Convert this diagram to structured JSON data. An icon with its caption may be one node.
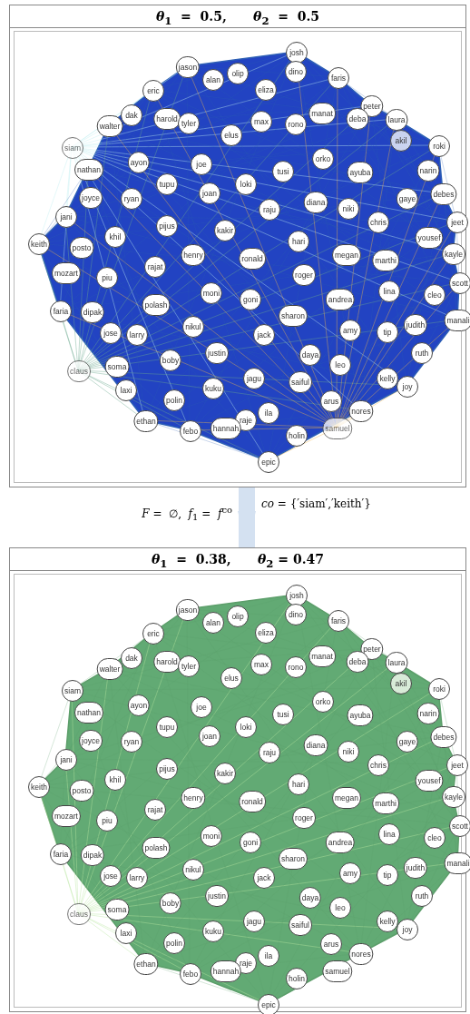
{
  "diagram": {
    "nodes": [
      {
        "text": [
          "*θ*$_{1}$  =  0.5,      *θ*$_{2}$  =  0.5"
        ]
      },
      {
        "text": [
          "josh"
        ],
        "in": 0
      },
      {
        "text": [
          "jason"
        ],
        "in": 0
      },
      {
        "text": [
          "alan"
        ],
        "in": 0
      },
      {
        "text": [
          "olip"
        ],
        "in": 0
      },
      {
        "text": [
          "dino"
        ],
        "in": 0
      },
      {
        "text": [
          "faris"
        ],
        "in": 0
      },
      {
        "text": [
          "eliza"
        ],
        "in": 0
      },
      {
        "text": [
          "eric"
        ],
        "in": 0
      },
      {
        "text": [
          "peter"
        ],
        "in": 0
      },
      {
        "text": [
          "laura"
        ],
        "in": 0
      },
      {
        "text": [
          "dak"
        ],
        "in": 0
      },
      {
        "text": [
          "harold"
        ],
        "in": 0
      },
      {
        "text": [
          "tyler"
        ],
        "in": 0
      },
      {
        "text": [
          "walter"
        ],
        "in": 0
      },
      {
        "text": [
          "max"
        ],
        "in": 0
      },
      {
        "text": [
          "rono"
        ],
        "in": 0
      },
      {
        "text": [
          "manat"
        ],
        "in": 0
      },
      {
        "text": [
          "deba"
        ],
        "in": 0
      },
      {
        "text": [
          "elus"
        ],
        "in": 0
      },
      {
        "text": [
          "akil"
        ],
        "in": 0
      },
      {
        "text": [
          "roki"
        ],
        "in": 0
      },
      {
        "text": [
          "siam"
        ],
        "in": 0
      },
      {
        "text": [
          "orko"
        ],
        "in": 0
      },
      {
        "text": [
          "ayon"
        ],
        "in": 0
      },
      {
        "text": [
          "joe"
        ],
        "in": 0
      },
      {
        "text": [
          "tusi"
        ],
        "in": 0
      },
      {
        "text": [
          "ayuba"
        ],
        "in": 0
      },
      {
        "text": [
          "nathan"
        ],
        "in": 0
      },
      {
        "text": [
          "narin"
        ],
        "in": 0
      },
      {
        "text": [
          "loki"
        ],
        "in": 0
      },
      {
        "text": [
          "diana"
        ],
        "in": 0
      },
      {
        "text": [
          "tupu"
        ],
        "in": 0
      },
      {
        "text": [
          "debes"
        ],
        "in": 0
      },
      {
        "text": [
          "joan"
        ],
        "in": 0
      },
      {
        "text": [
          "gaye"
        ],
        "in": 0
      },
      {
        "text": [
          "joyce"
        ],
        "in": 0
      },
      {
        "text": [
          "ryan"
        ],
        "in": 0
      },
      {
        "text": [
          "niki"
        ],
        "in": 0
      },
      {
        "text": [
          "raju"
        ],
        "in": 0
      },
      {
        "text": [
          "chris"
        ],
        "in": 0
      },
      {
        "text": [
          "jani"
        ],
        "in": 0
      },
      {
        "text": [
          "jeet"
        ],
        "in": 0
      },
      {
        "text": [
          "pijus"
        ],
        "in": 0
      },
      {
        "text": [
          "kakir"
        ],
        "in": 0
      },
      {
        "text": [
          "hari"
        ],
        "in": 0
      },
      {
        "text": [
          "yousef"
        ],
        "in": 0
      },
      {
        "text": [
          "keith"
        ],
        "in": 0
      },
      {
        "text": [
          "khil"
        ],
        "in": 0
      },
      {
        "text": [
          "posto"
        ],
        "in": 0
      },
      {
        "text": [
          "megan"
        ],
        "in": 0
      },
      {
        "text": [
          "henry"
        ],
        "in": 0
      },
      {
        "text": [
          "ronald"
        ],
        "in": 0
      },
      {
        "text": [
          "marthi"
        ],
        "in": 0
      },
      {
        "text": [
          "kayle"
        ],
        "in": 0
      },
      {
        "text": [
          "rajat"
        ],
        "in": 0
      },
      {
        "text": [
          "roger"
        ],
        "in": 0
      },
      {
        "text": [
          "mozart"
        ],
        "in": 0
      },
      {
        "text": [
          "piu"
        ],
        "in": 0
      },
      {
        "text": [
          "lina"
        ],
        "in": 0
      },
      {
        "text": [
          "scott"
        ],
        "in": 0
      },
      {
        "text": [
          "cleo"
        ],
        "in": 0
      },
      {
        "text": [
          "andrea"
        ],
        "in": 0
      },
      {
        "text": [
          "goni"
        ],
        "in": 0
      },
      {
        "text": [
          "moni"
        ],
        "in": 0
      },
      {
        "text": [
          "polash"
        ],
        "in": 0
      },
      {
        "text": [
          "faria"
        ],
        "in": 0
      },
      {
        "text": [
          "dipak"
        ],
        "in": 0
      },
      {
        "text": [
          "sharon"
        ],
        "in": 0
      },
      {
        "text": [
          "judith"
        ],
        "in": 0
      },
      {
        "text": [
          "manali"
        ],
        "in": 0
      },
      {
        "text": [
          "amy"
        ],
        "in": 0
      },
      {
        "text": [
          "tip"
        ],
        "in": 0
      },
      {
        "text": [
          "jack"
        ],
        "in": 0
      },
      {
        "text": [
          "nikul"
        ],
        "in": 0
      },
      {
        "text": [
          "jose"
        ],
        "in": 0
      },
      {
        "text": [
          "larry"
        ],
        "in": 0
      },
      {
        "text": [
          "justin"
        ],
        "in": 0
      },
      {
        "text": [
          "boby"
        ],
        "in": 0
      },
      {
        "text": [
          "ruth"
        ],
        "in": 0
      },
      {
        "text": [
          "daya"
        ],
        "in": 0
      },
      {
        "text": [
          "leo"
        ],
        "in": 0
      },
      {
        "text": [
          "claus"
        ],
        "in": 0
      },
      {
        "text": [
          "soma"
        ],
        "in": 0
      },
      {
        "text": [
          "jagu"
        ],
        "in": 0
      },
      {
        "text": [
          "saiful"
        ],
        "in": 0
      },
      {
        "text": [
          "kelly"
        ],
        "in": 0
      },
      {
        "text": [
          "joy"
        ],
        "in": 0
      },
      {
        "text": [
          "kuku"
        ],
        "in": 0
      },
      {
        "text": [
          "laxi"
        ],
        "in": 0
      },
      {
        "text": [
          "arus"
        ],
        "in": 0
      },
      {
        "text": [
          "polin"
        ],
        "in": 0
      },
      {
        "text": [
          "nores"
        ],
        "in": 0
      },
      {
        "text": [
          "ila"
        ],
        "in": 0
      },
      {
        "text": [
          "raje"
        ],
        "in": 0
      },
      {
        "text": [
          "ethan"
        ],
        "in": 0
      },
      {
        "text": [
          "febo"
        ],
        "in": 0
      },
      {
        "text": [
          "hannah"
        ],
        "in": 0
      },
      {
        "text": [
          "samuel"
        ],
        "in": 0
      },
      {
        "text": [
          "holin"
        ],
        "in": 0
      },
      {
        "text": [
          "epic"
        ],
        "in": 0
      },
      {
        "text": [
          "*θ*$_{1}$  =  0.38,      *θ*$_{2}$ = 0.47"
        ]
      },
      {
        "text": [
          "josh"
        ],
        "in": 101
      },
      {
        "text": [
          "jason"
        ],
        "in": 101
      },
      {
        "text": [
          "alan"
        ],
        "in": 101
      },
      {
        "text": [
          "olip"
        ],
        "in": 101
      },
      {
        "text": [
          "dino"
        ],
        "in": 101
      },
      {
        "text": [
          "faris"
        ],
        "in": 101
      },
      {
        "text": [
          "eliza"
        ],
        "in": 101
      },
      {
        "text": [
          "eric"
        ],
        "in": 101
      },
      {
        "text": [
          "peter"
        ],
        "in": 101
      },
      {
        "text": [
          "laura"
        ],
        "in": 101
      },
      {
        "text": [
          "dak"
        ],
        "in": 101
      },
      {
        "text": [
          "harold"
        ],
        "in": 101
      },
      {
        "text": [
          "tyler"
        ],
        "in": 101
      },
      {
        "text": [
          "walter"
        ],
        "in": 101
      },
      {
        "text": [
          "max"
        ],
        "in": 101
      },
      {
        "text": [
          "rono"
        ],
        "in": 101
      },
      {
        "text": [
          "manat"
        ],
        "in": 101
      },
      {
        "text": [
          "deba"
        ],
        "in": 101
      },
      {
        "text": [
          "elus"
        ],
        "in": 101
      },
      {
        "text": [
          "akil"
        ],
        "in": 101
      },
      {
        "text": [
          "roki"
        ],
        "in": 101
      },
      {
        "text": [
          "siam"
        ],
        "in": 101
      },
      {
        "text": [
          "orko"
        ],
        "in": 101
      },
      {
        "text": [
          "ayon"
        ],
        "in": 101
      },
      {
        "text": [
          "joe"
        ],
        "in": 101
      },
      {
        "text": [
          "tusi"
        ],
        "in": 101
      },
      {
        "text": [
          "ayuba"
        ],
        "in": 101
      },
      {
        "text": [
          "nathan"
        ],
        "in": 101
      },
      {
        "text": [
          "narin"
        ],
        "in": 101
      },
      {
        "text": [
          "loki"
        ],
        "in": 101
      },
      {
        "text": [
          "diana"
        ],
        "in": 101
      },
      {
        "text": [
          "tupu"
        ],
        "in": 101
      },
      {
        "text": [
          "debes"
        ],
        "in": 101
      },
      {
        "text": [
          "joan"
        ],
        "in": 101
      },
      {
        "text": [
          "gaye"
        ],
        "in": 101
      },
      {
        "text": [
          "joyce"
        ],
        "in": 101
      },
      {
        "text": [
          "ryan"
        ],
        "in": 101
      },
      {
        "text": [
          "niki"
        ],
        "in": 101
      },
      {
        "text": [
          "raju"
        ],
        "in": 101
      },
      {
        "text": [
          "chris"
        ],
        "in": 101
      },
      {
        "text": [
          "jani"
        ],
        "in": 101
      },
      {
        "text": [
          "jeet"
        ],
        "in": 101
      },
      {
        "text": [
          "pijus"
        ],
        "in": 101
      },
      {
        "text": [
          "kakir"
        ],
        "in": 101
      },
      {
        "text": [
          "hari"
        ],
        "in": 101
      },
      {
        "text": [
          "yousef"
        ],
        "in": 101
      },
      {
        "text": [
          "keith"
        ],
        "in": 101
      },
      {
        "text": [
          "khil"
        ],
        "in": 101
      },
      {
        "text": [
          "posto"
        ],
        "in": 101
      },
      {
        "text": [
          "megan"
        ],
        "in": 101
      },
      {
        "text": [
          "henry"
        ],
        "in": 101
      },
      {
        "text": [
          "ronald"
        ],
        "in": 101
      },
      {
        "text": [
          "marthi"
        ],
        "in": 101
      },
      {
        "text": [
          "kayle"
        ],
        "in": 101
      },
      {
        "text": [
          "rajat"
        ],
        "in": 101
      },
      {
        "text": [
          "roger"
        ],
        "in": 101
      },
      {
        "text": [
          "mozart"
        ],
        "in": 101
      },
      {
        "text": [
          "piu"
        ],
        "in": 101
      },
      {
        "text": [
          "lina"
        ],
        "in": 101
      },
      {
        "text": [
          "scott"
        ],
        "in": 101
      },
      {
        "text": [
          "cleo"
        ],
        "in": 101
      },
      {
        "text": [
          "andrea"
        ],
        "in": 101
      },
      {
        "text": [
          "goni"
        ],
        "in": 101
      },
      {
        "text": [
          "moni"
        ],
        "in": 101
      },
      {
        "text": [
          "polash"
        ],
        "in": 101
      },
      {
        "text": [
          "faria"
        ],
        "in": 101
      },
      {
        "text": [
          "dipak"
        ],
        "in": 101
      },
      {
        "text": [
          "sharon"
        ],
        "in": 101
      },
      {
        "text": [
          "judith"
        ],
        "in": 101
      },
      {
        "text": [
          "manali"
        ],
        "in": 101
      },
      {
        "text": [
          "amy"
        ],
        "in": 101
      },
      {
        "text": [
          "tip"
        ],
        "in": 101
      },
      {
        "text": [
          "jack"
        ],
        "in": 101
      },
      {
        "text": [
          "nikul"
        ],
        "in": 101
      },
      {
        "text": [
          "jose"
        ],
        "in": 101
      },
      {
        "text": [
          "larry"
        ],
        "in": 101
      },
      {
        "text": [
          "justin"
        ],
        "in": 101
      },
      {
        "text": [
          "boby"
        ],
        "in": 101
      },
      {
        "text": [
          "ruth"
        ],
        "in": 101
      },
      {
        "text": [
          "daya"
        ],
        "in": 101
      },
      {
        "text": [
          "leo"
        ],
        "in": 101
      },
      {
        "text": [
          "claus"
        ],
        "in": 101
      },
      {
        "text": [
          "soma"
        ],
        "in": 101
      },
      {
        "text": [
          "jagu"
        ],
        "in": 101
      },
      {
        "text": [
          "saiful"
        ],
        "in": 101
      },
      {
        "text": [
          "kelly"
        ],
        "in": 101
      },
      {
        "text": [
          "joy"
        ],
        "in": 101
      },
      {
        "text": [
          "kuku"
        ],
        "in": 101
      },
      {
        "text": [
          "laxi"
        ],
        "in": 101
      },
      {
        "text": [
          "arus"
        ],
        "in": 101
      },
      {
        "text": [
          "polin"
        ],
        "in": 101
      },
      {
        "text": [
          "nores"
        ],
        "in": 101
      },
      {
        "text": [
          "ila"
        ],
        "in": 101
      },
      {
        "text": [
          "raje"
        ],
        "in": 101
      },
      {
        "text": [
          "ethan"
        ],
        "in": 101
      },
      {
        "text": [
          "febo"
        ],
        "in": 101
      },
      {
        "text": [
          "hannah"
        ],
        "in": 101
      },
      {
        "text": [
          "samuel"
        ],
        "in": 101
      },
      {
        "text": [
          "holin"
        ],
        "in": 101
      },
      {
        "text": [
          "epic"
        ],
        "in": 101
      }
    ],
    "edges": [
      {
        "from": 0,
        "to": 101,
        "arrow": "to",
        "label": "*F* =  ∅,  *f*$_{1}$ =  *f*$^{co}$"
      }
    ],
    "labels": [
      "*co* = {′siam′,′keith′}"
    ]
  }
}
